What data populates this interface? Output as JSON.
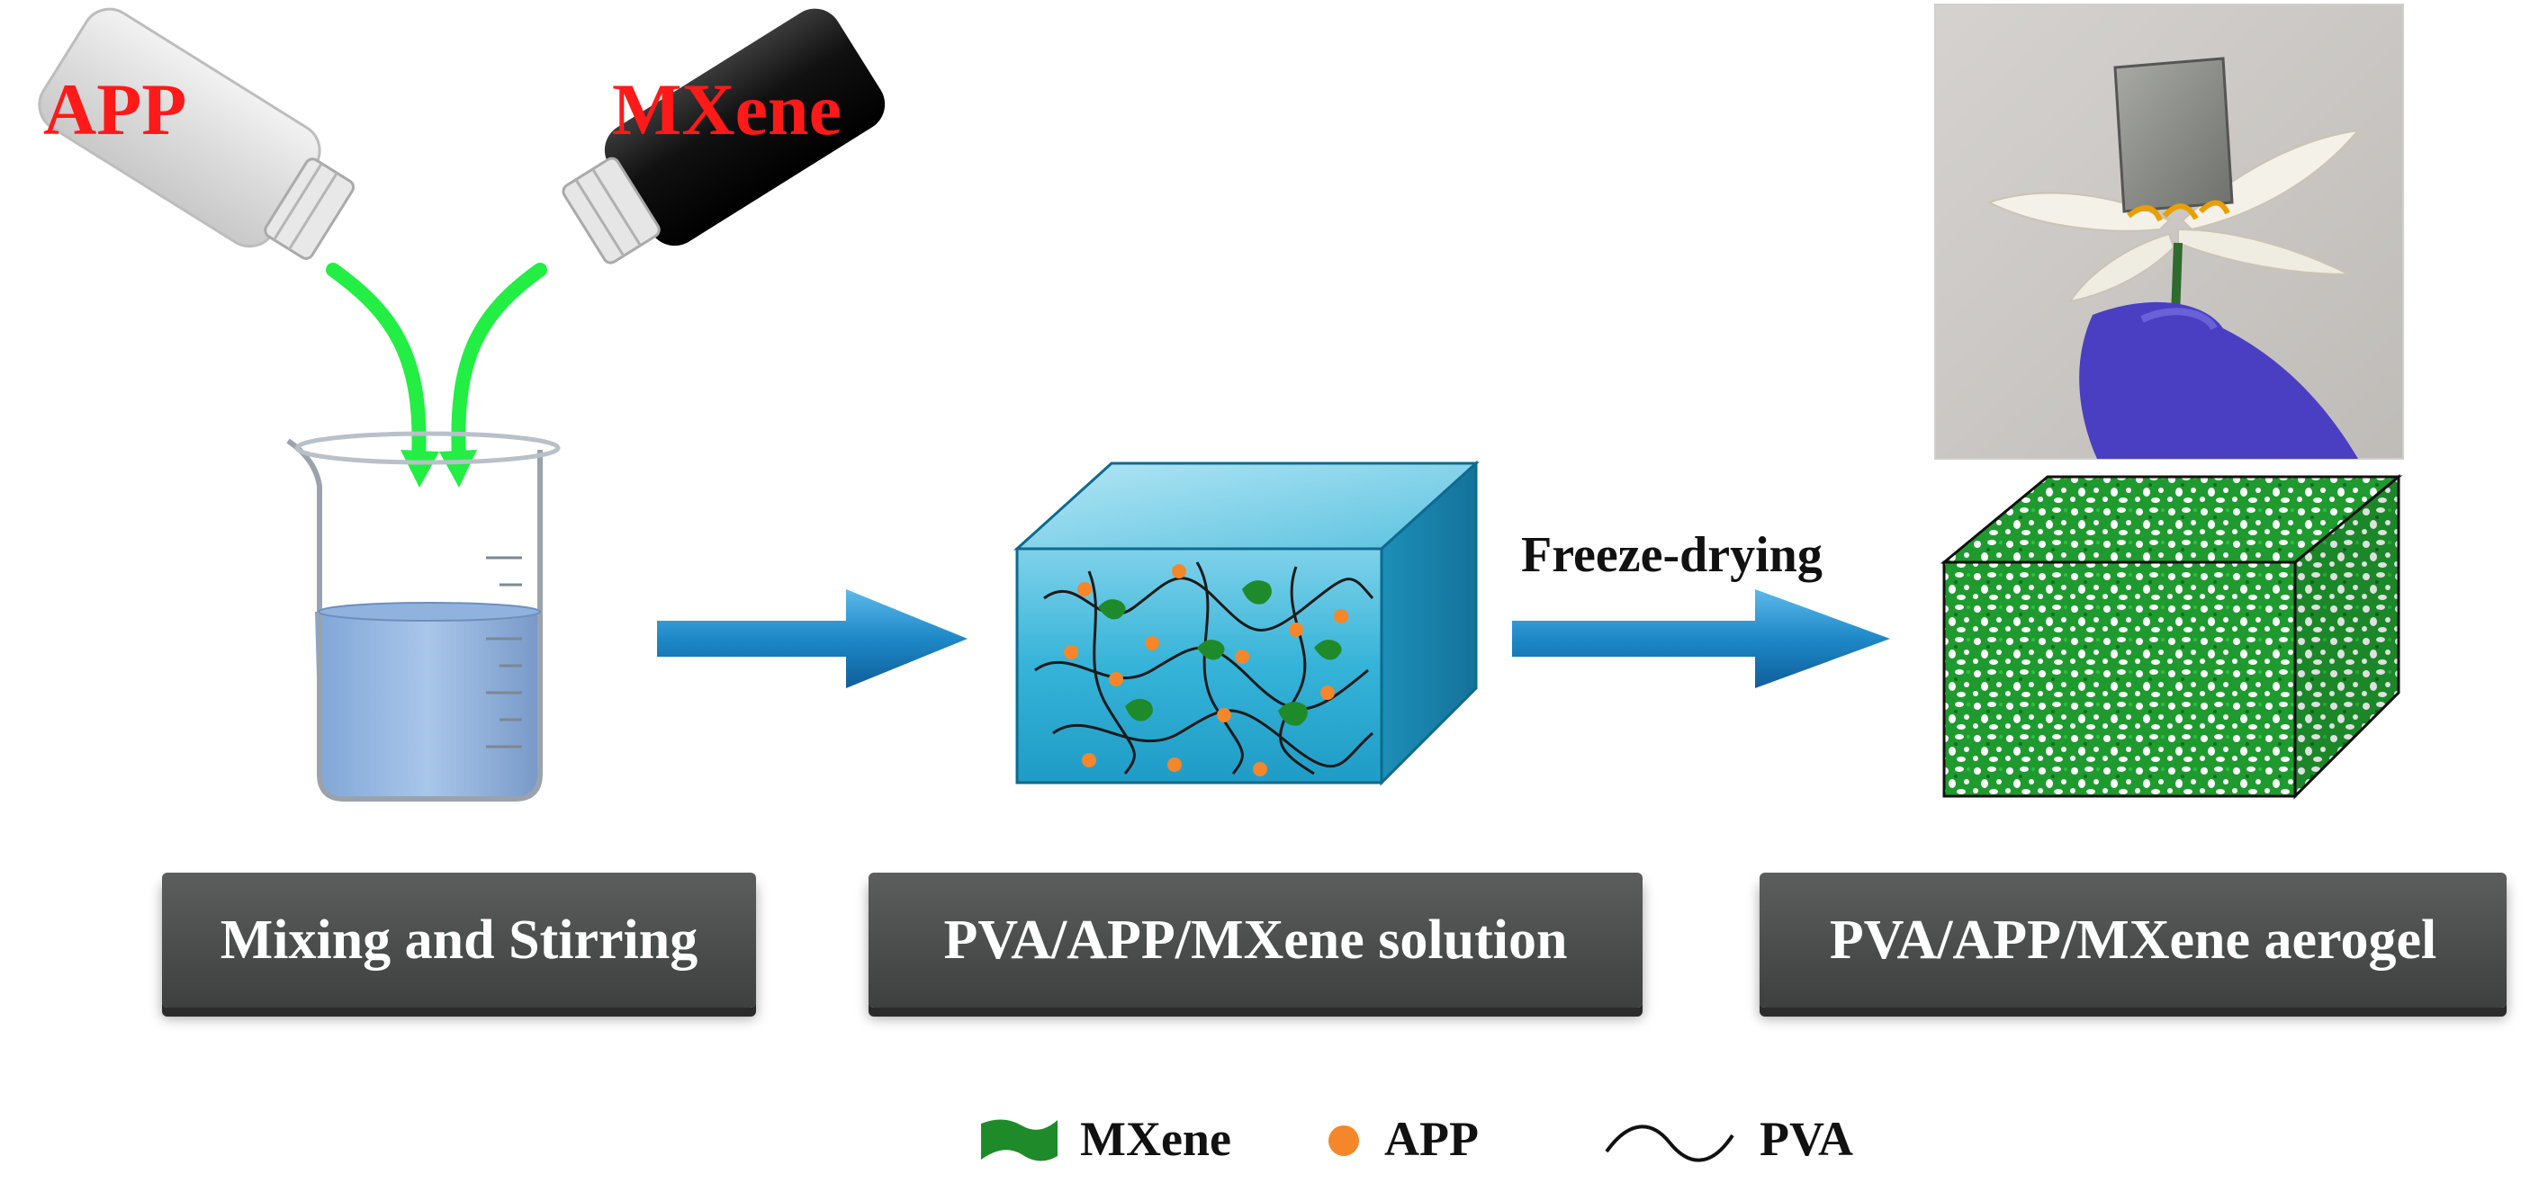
{
  "labels": {
    "app": "APP",
    "mxene": "MXene",
    "freeze_drying": "Freeze-drying"
  },
  "steps": [
    {
      "label": "Mixing and Stirring"
    },
    {
      "label": "PVA/APP/MXene solution"
    },
    {
      "label": "PVA/APP/MXene aerogel"
    }
  ],
  "legend": {
    "mxene": "MXene",
    "app": "APP",
    "pva": "PVA"
  },
  "colors": {
    "red_label": "#ff1a1a",
    "green_arrow": "#22ee44",
    "blue_arrow": "#1e88c8",
    "mxene_green": "#1f8a2a",
    "app_orange": "#f5862a",
    "solution_cyan": "#3fb8d8",
    "box_gray": "#4a4d4b"
  },
  "icons": [
    "app-vial-icon",
    "mxene-vial-icon",
    "beaker-icon",
    "solution-cube-icon",
    "aerogel-cube-icon",
    "flower-photo",
    "process-arrow-icon"
  ]
}
